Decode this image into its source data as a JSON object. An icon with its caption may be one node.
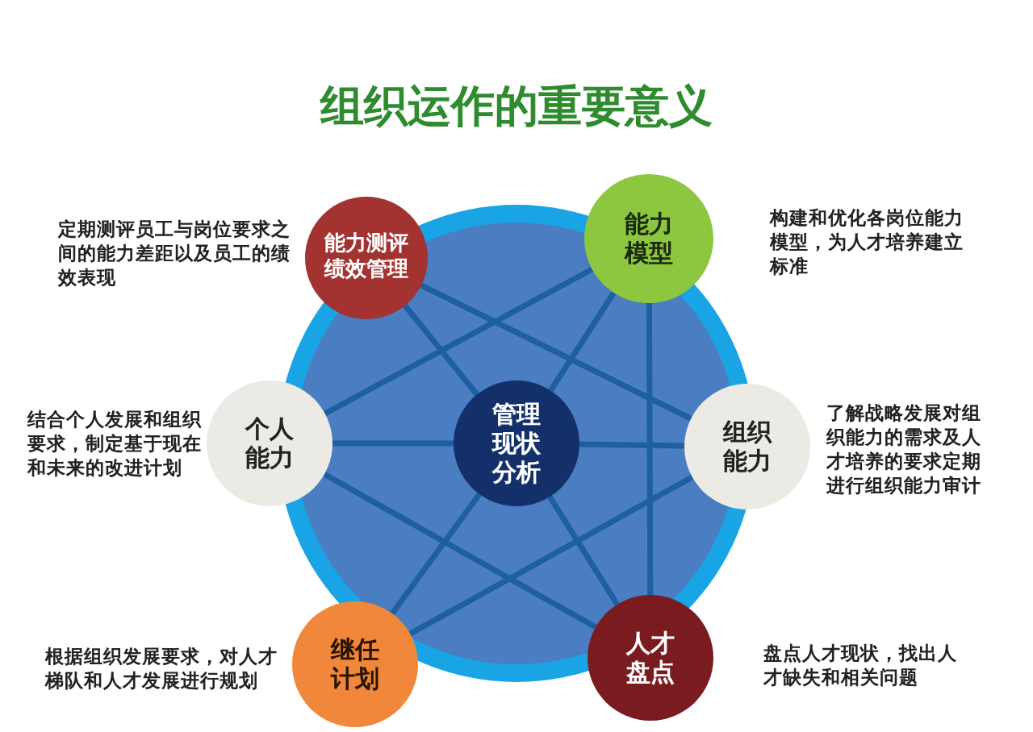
{
  "diagram": {
    "title": "组织运作的重要意义",
    "nodes": [
      {
        "text": [
          "能力测评绩效管理"
        ],
        "beside": [
          "定期测评员工与岗位要求之间的能力差距以及员工的绩效表现"
        ]
      },
      {
        "text": [
          "能力模型"
        ],
        "beside": [
          "构建和优化各岗位能力模型，为人才培养建立标准"
        ]
      },
      {
        "text": [
          "个人能力"
        ],
        "beside": [
          "结合个人发展和组织要求，制定基于现在和未来的改进计划"
        ]
      },
      {
        "text": [
          "管理现状分析"
        ]
      },
      {
        "text": [
          "组织能力"
        ],
        "beside": [
          "了解战略发展对组织能力的需求及人才培养的要求定期进行组织能力审计"
        ]
      },
      {
        "text": [
          "继任计划"
        ],
        "beside": [
          "根据组织发展要求，对人才梯队和人才发展进行规划"
        ]
      },
      {
        "text": [
          "人才盘点"
        ],
        "beside": [
          "盘点人才现状，找出人才缺失和相关问题"
        ]
      }
    ],
    "edges": [
      {
        "from": 0,
        "to": 4,
        "arrow": "none"
      },
      {
        "from": 2,
        "to": 1,
        "arrow": "none"
      },
      {
        "from": 1,
        "to": 6,
        "arrow": "none"
      },
      {
        "from": 2,
        "to": 6,
        "arrow": "none"
      },
      {
        "from": 5,
        "to": 4,
        "arrow": "none"
      },
      {
        "from": 3,
        "to": 0,
        "arrow": "none"
      },
      {
        "from": 3,
        "to": 1,
        "arrow": "none"
      },
      {
        "from": 3,
        "to": 2,
        "arrow": "none"
      },
      {
        "from": 3,
        "to": 4,
        "arrow": "none"
      },
      {
        "from": 3,
        "to": 5,
        "arrow": "none"
      },
      {
        "from": 3,
        "to": 6,
        "arrow": "none"
      }
    ]
  }
}
